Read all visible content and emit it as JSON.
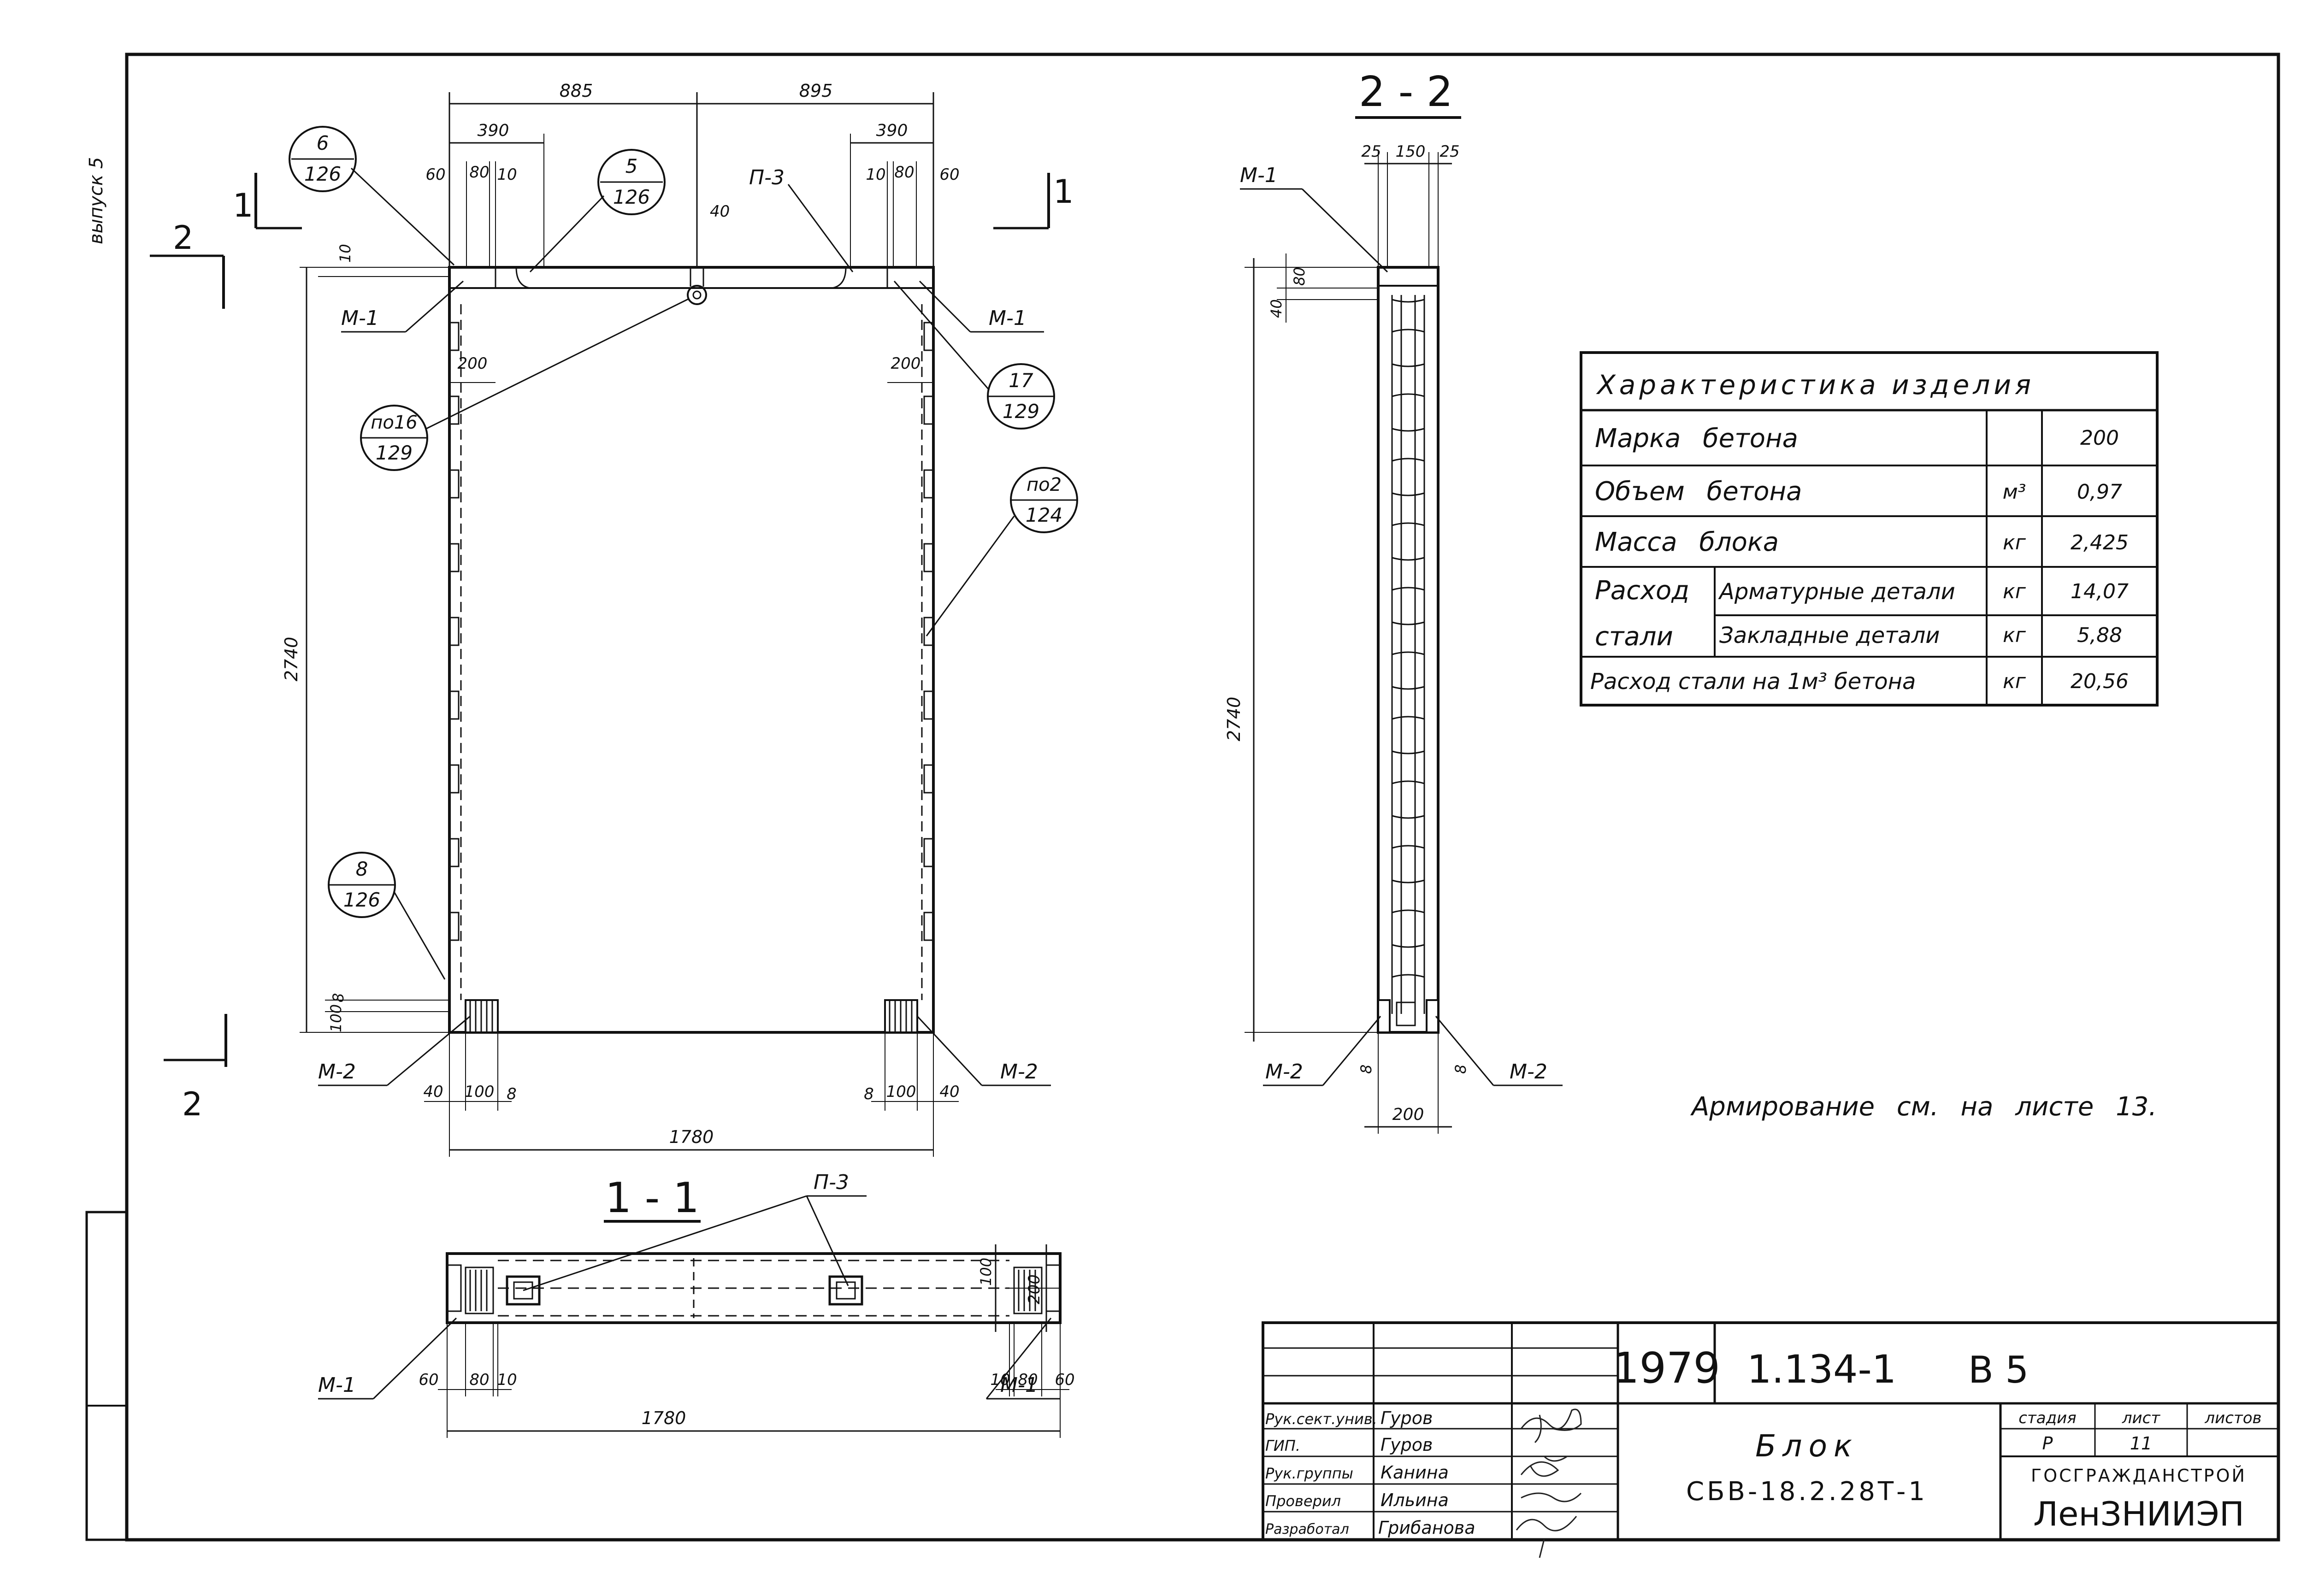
{
  "margin_label": "выпуск 5",
  "front_view": {
    "dims_top": [
      "885",
      "895"
    ],
    "dims_sub_left": [
      "390",
      "60",
      "80",
      "10"
    ],
    "dims_sub_right": [
      "390",
      "10",
      "80",
      "60"
    ],
    "dim_40_top": "40",
    "dim_10_left": "10",
    "height": "2740",
    "dim_200_left": "200",
    "dim_200_right": "200",
    "dims_bottom_left": [
      "100",
      "8",
      "40",
      "100",
      "8"
    ],
    "dims_bottom_right": [
      "8",
      "100",
      "40"
    ],
    "width": "1780",
    "section_1": "1",
    "section_2": "2",
    "labels": {
      "m1": "М-1",
      "m2": "М-2",
      "p3": "П-3"
    },
    "callouts": [
      {
        "top": "6",
        "bottom": "126"
      },
      {
        "top": "5",
        "bottom": "126"
      },
      {
        "top": "по16",
        "bottom": "129"
      },
      {
        "top": "17",
        "bottom": "129"
      },
      {
        "top": "по2",
        "bottom": "124"
      },
      {
        "top": "8",
        "bottom": "126"
      }
    ]
  },
  "section_2_2": {
    "title": "2 - 2",
    "dims_top": [
      "25",
      "150",
      "25"
    ],
    "dims_left": [
      "80",
      "40"
    ],
    "height": "2740",
    "width": "200",
    "dim_8": [
      "8",
      "8"
    ],
    "labels": {
      "m1": "М-1",
      "m2": "М-2"
    }
  },
  "section_1_1": {
    "title": "1 - 1",
    "p3": "П-3",
    "dims_left": [
      "60",
      "80",
      "10"
    ],
    "dims_right": [
      "10",
      "80",
      "60"
    ],
    "dims_side": [
      "100",
      "200"
    ],
    "width": "1780",
    "m1": "М-1"
  },
  "characteristics": {
    "title": "Характеристика изделия",
    "rows": [
      {
        "label": "Марка бетона",
        "unit": "",
        "value": "200"
      },
      {
        "label": "Объем бетона",
        "unit": "м³",
        "value": "0,97"
      },
      {
        "label": "Масса блока",
        "unit": "кг",
        "value": "2,425"
      },
      {
        "label": "Арматурные детали",
        "unit": "кг",
        "value": "14,07"
      },
      {
        "label": "Закладные детали",
        "unit": "кг",
        "value": "5,88"
      },
      {
        "label": "Расход стали на 1м³ бетона",
        "unit": "кг",
        "value": "20,56"
      }
    ],
    "group_label": [
      "Расход",
      "стали"
    ]
  },
  "note": "Армирование см. на листе 13.",
  "title_block": {
    "year": "1979",
    "code": "1.134-1",
    "issue": "В 5",
    "roles": [
      {
        "role": "Рук.сект.унив.",
        "name": "Гуров"
      },
      {
        "role": "ГИП.",
        "name": "Гуров"
      },
      {
        "role": "Рук.группы",
        "name": "Канина"
      },
      {
        "role": "Проверил",
        "name": "Ильина"
      },
      {
        "role": "Разработал",
        "name": "Грибанова"
      }
    ],
    "product_name": "Блок",
    "product_code": "СБВ-18.2.28Т-1",
    "stage_label": "стадия",
    "sheet_label": "лист",
    "sheets_label": "листов",
    "stage": "Р",
    "sheet": "11",
    "org1": "ГОСГРАЖДАНСТРОЙ",
    "org2": "ЛенЗНИИЭП"
  }
}
